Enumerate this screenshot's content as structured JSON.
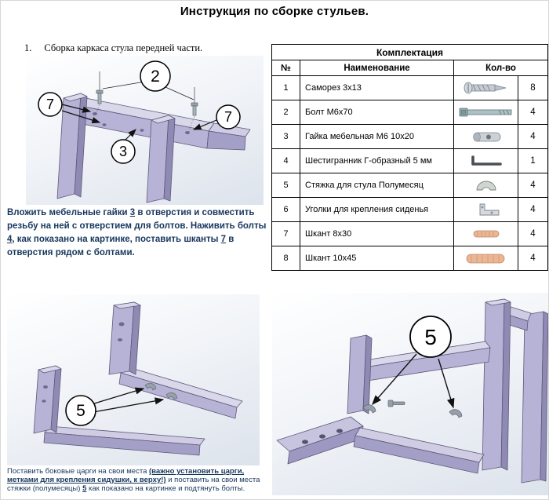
{
  "page": {
    "title": "Инструкция по сборке стульев."
  },
  "colors": {
    "accent_text": "#17365d",
    "part_fill": "#b7b3d6",
    "part_shade": "#8f8ab4",
    "dowel": "#eab695",
    "background": "#ffffff"
  },
  "step1": {
    "number": "1.",
    "heading": "Сборка каркаса стула передней части.",
    "text": [
      {
        "t": "Вложить мебельные гайки "
      },
      {
        "t": "3"
      },
      {
        "t": " в отверстия и совместить резьбу на ней с отверстием для болтов. Наживить болты "
      },
      {
        "t": "4"
      },
      {
        "t": ", как показано на картинке, поставить шканты "
      },
      {
        "t": "7"
      },
      {
        "t": " в отверстия рядом с болтами."
      }
    ]
  },
  "step2": {
    "text": [
      {
        "t": "Поставить боковые царги на свои места "
      },
      {
        "t": "(важно установить царги, метками для крепления сидушки, к верху!)"
      },
      {
        "t": " и поставить на свои места стяжки (полумесяцы) "
      },
      {
        "t": "5"
      },
      {
        "t": " как показано на картинке и подтянуть болты."
      }
    ]
  },
  "parts_table": {
    "title": "Комплектация",
    "headers": {
      "num": "№",
      "name": "Наименование",
      "qty": "Кол-во"
    },
    "rows": [
      {
        "num": "1",
        "name": "Саморез 3х13",
        "qty": "8",
        "icon": "screw-icon"
      },
      {
        "num": "2",
        "name": "Болт  М6х70",
        "qty": "4",
        "icon": "bolt-icon"
      },
      {
        "num": "3",
        "name": "Гайка мебельная М6 10х20",
        "qty": "4",
        "icon": "barrel-nut-icon"
      },
      {
        "num": "4",
        "name": "Шестигранник Г-образный 5 мм",
        "qty": "1",
        "icon": "hex-key-icon"
      },
      {
        "num": "5",
        "name": "Стяжка для стула Полумесяц",
        "qty": "4",
        "icon": "half-moon-bracket-icon"
      },
      {
        "num": "6",
        "name": "Уголки для крепления сиденья",
        "qty": "4",
        "icon": "corner-bracket-icon"
      },
      {
        "num": "7",
        "name": "Шкант 8х30",
        "qty": "4",
        "icon": "dowel-icon"
      },
      {
        "num": "8",
        "name": "Шкант 10х45",
        "qty": "4",
        "icon": "dowel-icon"
      }
    ]
  },
  "diagrams": {
    "front_frame": {
      "callout_bolts": "2",
      "callout_dowel_left": "7",
      "callout_nut": "3",
      "callout_dowel_right": "7"
    },
    "side_frame": {
      "callout_tie": "5"
    },
    "corner_frame": {
      "callout_tie": "5"
    }
  }
}
